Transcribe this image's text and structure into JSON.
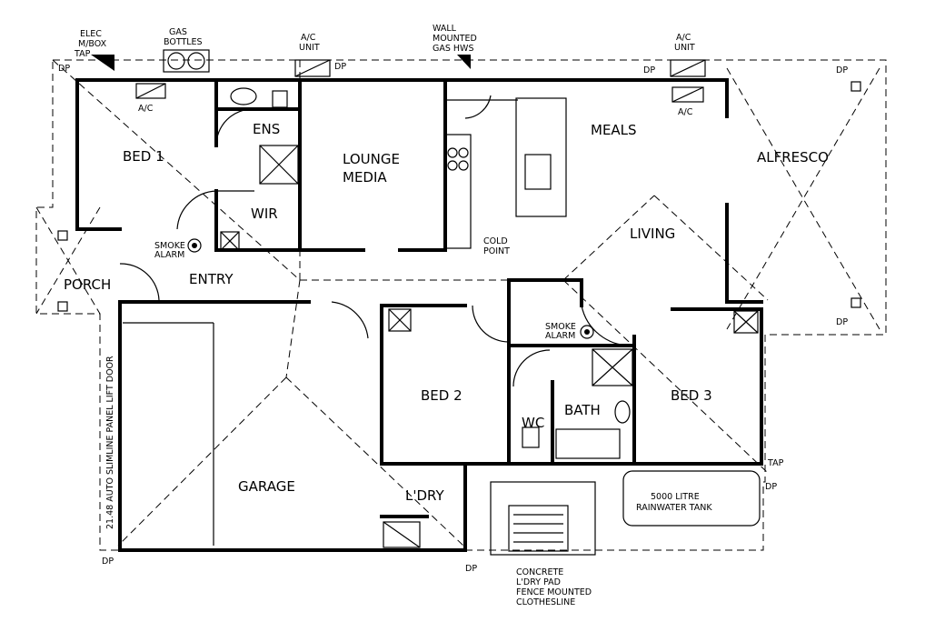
{
  "rooms": {
    "bed1": "BED 1",
    "ens": "ENS",
    "wir": "WIR",
    "lounge_line1": "LOUNGE",
    "lounge_line2": "MEDIA",
    "meals": "MEALS",
    "alfresco": "ALFRESCO",
    "living": "LIVING",
    "porch": "PORCH",
    "entry": "ENTRY",
    "bed2": "BED 2",
    "wc": "WC",
    "bath": "BATH",
    "bed3": "BED 3",
    "garage": "GARAGE",
    "laundry": "L'DRY"
  },
  "labels": {
    "elec_line1": "ELEC",
    "elec_line2": "M/BOX",
    "tap": "TAP",
    "gas_line1": "GAS",
    "gas_line2": "BOTTLES",
    "ac_unit_line1": "A/C",
    "ac_unit_line2": "UNIT",
    "hws_line1": "WALL",
    "hws_line2": "MOUNTED",
    "hws_line3": "GAS HWS",
    "dp": "DP",
    "ac": "A/C",
    "smoke_line1": "SMOKE",
    "smoke_line2": "ALARM",
    "cold_line1": "COLD",
    "cold_line2": "POINT",
    "garage_door": "21.48 AUTO SLIMLINE PANEL LIFT DOOR",
    "tank_line1": "5000 LITRE",
    "tank_line2": "RAINWATER TANK",
    "pad_line1": "CONCRETE",
    "pad_line2": "L'DRY PAD",
    "pad_line3": "FENCE MOUNTED",
    "pad_line4": "CLOTHESLINE"
  }
}
